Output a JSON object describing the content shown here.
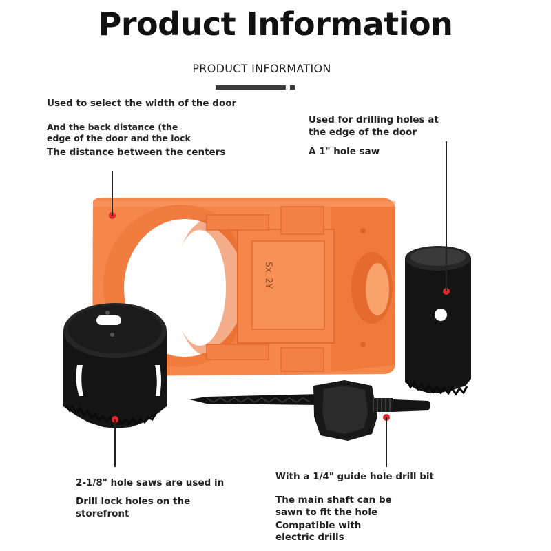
{
  "header": {
    "title": "Product Information",
    "subtitle": "PRODUCT INFORMATION"
  },
  "callouts": {
    "door_width": {
      "line1": "Used to select the width of the door",
      "line2a": "And the back distance (the",
      "line2b": "edge of the door and the lock",
      "line3": "The distance between the centers"
    },
    "edge_drill": {
      "line1": "Used for drilling holes at",
      "line2": "the edge of the door",
      "line3": "A 1\" hole saw"
    },
    "hole_saw": {
      "line1": "2-1/8\" hole saws are used in",
      "line2": "Drill lock holes on the",
      "line3": "storefront"
    },
    "drill_bit": {
      "line1": "With a 1/4\" guide hole drill bit",
      "line2": "The main shaft can be",
      "line3": "sawn to fit the hole",
      "line4": "Compatible with",
      "line5": "electric drills"
    }
  },
  "jig": {
    "engraving": "Sx 2Y"
  },
  "colors": {
    "jig_orange": "#f5874a",
    "jig_shadow": "#e06f33",
    "saw_black": "#141414",
    "marker_red": "#e0262b",
    "line_dark": "#222222"
  }
}
